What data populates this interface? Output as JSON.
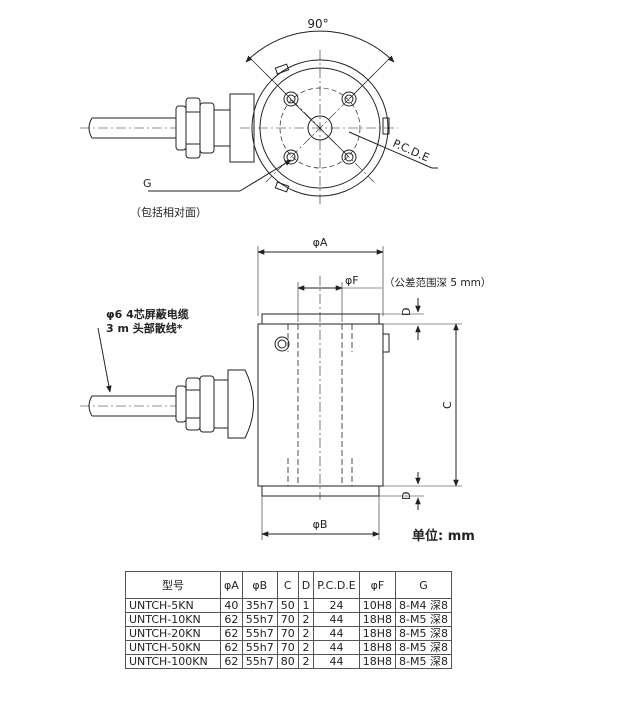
{
  "top_view": {
    "angle_label": "90°",
    "pcd_label": "P.C.D.E",
    "g_label": "G",
    "g_note": "（包括相对面）"
  },
  "front_view": {
    "dim_a": "φA",
    "dim_f": "φF",
    "f_note": "（公差范围深 5 mm）",
    "dim_d_top": "D",
    "dim_d_bottom": "D",
    "dim_c": "C",
    "dim_b": "φB",
    "cable_note_line1": "φ6 4芯屏蔽电缆",
    "cable_note_line2": "3 m 头部散线*"
  },
  "unit_label": "单位: mm",
  "spec_table": {
    "headers": [
      "型号",
      "φA",
      "φB",
      "C",
      "D",
      "P.C.D.E",
      "φF",
      "G"
    ],
    "rows": [
      [
        "UNTCH-5KN",
        "40",
        "35h7",
        "50",
        "1",
        "24",
        "10H8",
        "8-M4 深8"
      ],
      [
        "UNTCH-10KN",
        "62",
        "55h7",
        "70",
        "2",
        "44",
        "18H8",
        "8-M5 深8"
      ],
      [
        "UNTCH-20KN",
        "62",
        "55h7",
        "70",
        "2",
        "44",
        "18H8",
        "8-M5 深8"
      ],
      [
        "UNTCH-50KN",
        "62",
        "55h7",
        "70",
        "2",
        "44",
        "18H8",
        "8-M5 深8"
      ],
      [
        "UNTCH-100KN",
        "62",
        "55h7",
        "80",
        "2",
        "44",
        "18H8",
        "8-M5 深8"
      ]
    ]
  }
}
